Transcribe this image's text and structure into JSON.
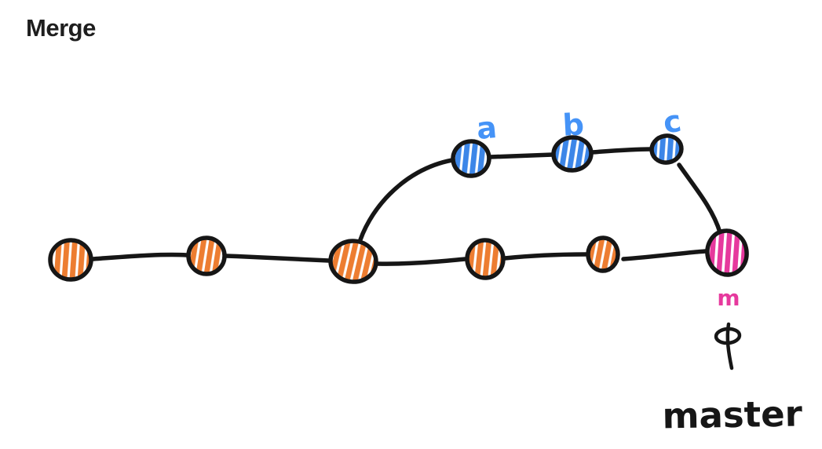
{
  "title": "Merge",
  "colors": {
    "ink": "#161616",
    "title_text": "#1e1e1e",
    "main_branch_orange": "#ED7D31",
    "feature_branch_blue": "#3C86E8",
    "feature_label_blue": "#4593F7",
    "merge_pink": "#E6399D"
  },
  "graph": {
    "main_branch_commits": 5,
    "feature_branch_commits": [
      "a",
      "b",
      "c"
    ],
    "merge_commit_label": "m",
    "branch_pointer": "master"
  }
}
